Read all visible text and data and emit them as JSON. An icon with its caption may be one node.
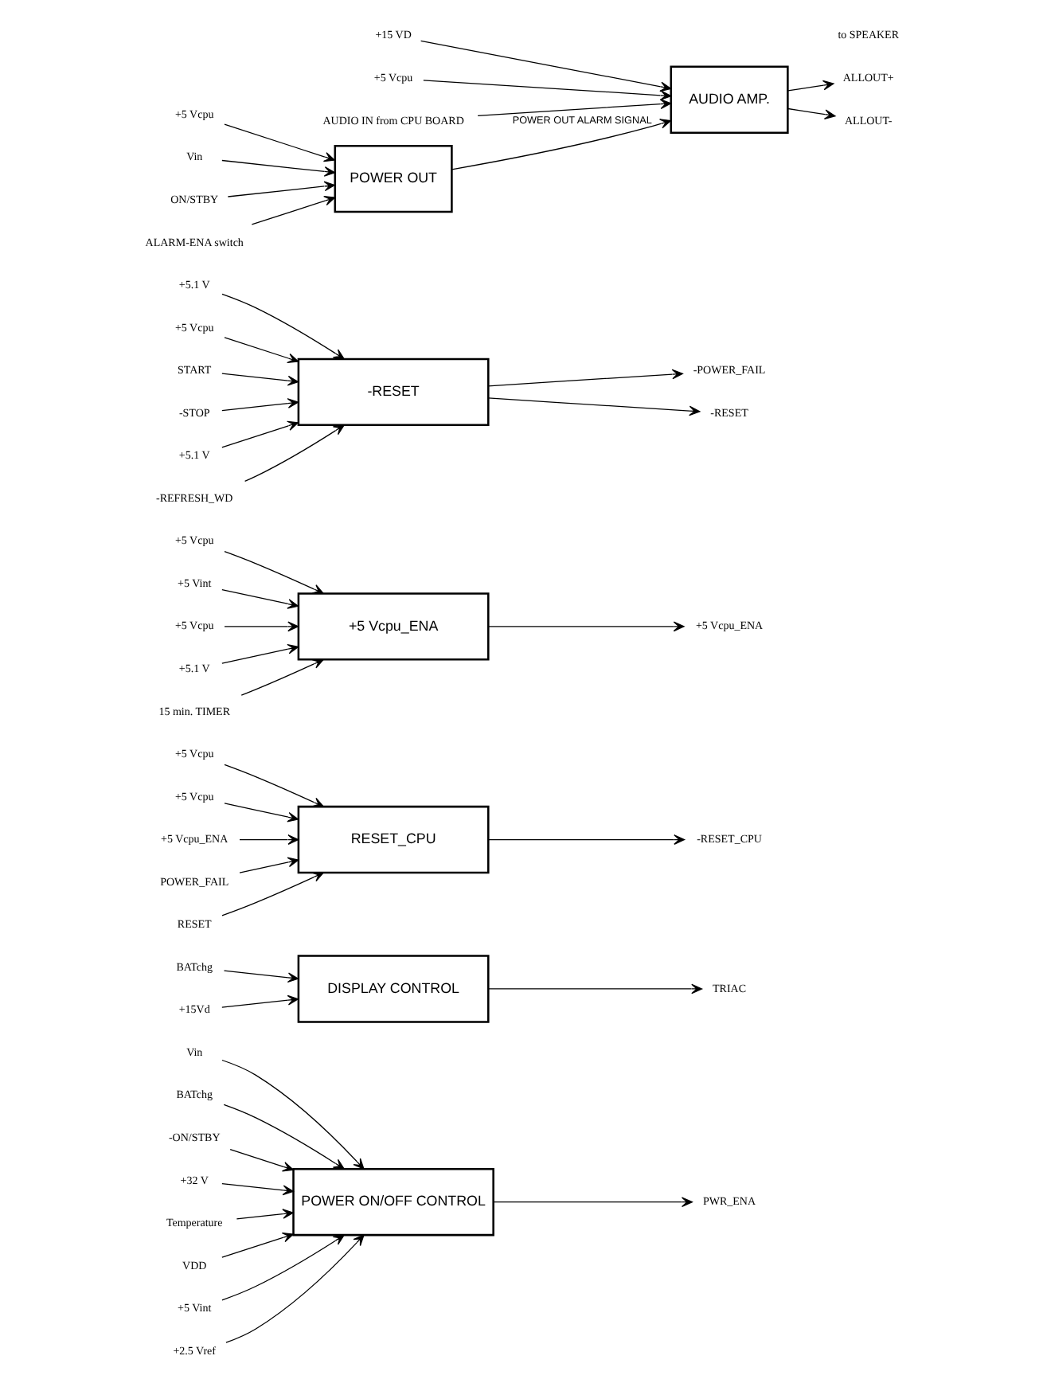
{
  "diagram": {
    "nodes": [
      {
        "text": [
          "POWER ON/OFF CONTROL"
        ]
      },
      {
        "text": [
          "Vin"
        ]
      },
      {
        "text": [
          "BATchg"
        ]
      },
      {
        "text": [
          "-ON/STBY"
        ]
      },
      {
        "text": [
          "+32 V"
        ]
      },
      {
        "text": [
          "Temperature"
        ]
      },
      {
        "text": [
          "VDD"
        ]
      },
      {
        "text": [
          "+5 Vint"
        ]
      },
      {
        "text": [
          "+2.5 Vref"
        ]
      },
      {
        "text": [
          "PWR_ENA"
        ]
      },
      {
        "text": [
          "DISPLAY CONTROL"
        ]
      },
      {
        "text": [
          "BATchg"
        ]
      },
      {
        "text": [
          "+15Vd"
        ]
      },
      {
        "text": [
          "TRIAC"
        ]
      },
      {
        "text": [
          "RESET_CPU"
        ]
      },
      {
        "text": [
          "+5 Vcpu"
        ]
      },
      {
        "text": [
          "+5 Vcpu"
        ]
      },
      {
        "text": [
          "+5 Vcpu_ENA"
        ]
      },
      {
        "text": [
          "POWER_FAIL"
        ]
      },
      {
        "text": [
          "RESET"
        ]
      },
      {
        "text": [
          "-RESET_CPU"
        ]
      },
      {
        "text": [
          "+5 Vcpu_ENA"
        ]
      },
      {
        "text": [
          "+5 Vcpu"
        ]
      },
      {
        "text": [
          "+5 Vint"
        ]
      },
      {
        "text": [
          "+5 Vcpu"
        ]
      },
      {
        "text": [
          "+5.1 V"
        ]
      },
      {
        "text": [
          "15 min. TIMER"
        ]
      },
      {
        "text": [
          "+5 Vcpu_ENA"
        ]
      },
      {
        "text": [
          "-RESET"
        ]
      },
      {
        "text": [
          "+5.1 V"
        ]
      },
      {
        "text": [
          "+5 Vcpu"
        ]
      },
      {
        "text": [
          "START"
        ]
      },
      {
        "text": [
          "-STOP"
        ]
      },
      {
        "text": [
          "+5.1 V"
        ]
      },
      {
        "text": [
          "-REFRESH_WD"
        ]
      },
      {
        "text": [
          "-POWER_FAIL"
        ]
      },
      {
        "text": [
          "-RESET"
        ]
      },
      {
        "text": [
          "POWER OUT"
        ]
      },
      {
        "text": [
          "+5 Vcpu"
        ]
      },
      {
        "text": [
          "Vin"
        ]
      },
      {
        "text": [
          "ON/STBY"
        ]
      },
      {
        "text": [
          "ALARM-ENA switch"
        ]
      },
      {
        "text": [
          "AUDIO AMP."
        ]
      },
      {
        "text": [
          "+15 VD"
        ]
      },
      {
        "text": [
          "+5 Vcpu"
        ]
      },
      {
        "text": [
          "AUDIO IN from CPU BOARD"
        ]
      },
      {
        "text": [
          "ALLOUT+"
        ]
      },
      {
        "text": [
          "ALLOUT-"
        ]
      }
    ],
    "edges": [
      {
        "from": 1,
        "to": 0,
        "arrow": "to"
      },
      {
        "from": 2,
        "to": 0,
        "arrow": "to"
      },
      {
        "from": 3,
        "to": 0,
        "arrow": "to"
      },
      {
        "from": 4,
        "to": 0,
        "arrow": "to"
      },
      {
        "from": 5,
        "to": 0,
        "arrow": "to"
      },
      {
        "from": 6,
        "to": 0,
        "arrow": "to"
      },
      {
        "from": 7,
        "to": 0,
        "arrow": "to"
      },
      {
        "from": 8,
        "to": 0,
        "arrow": "to"
      },
      {
        "from": 0,
        "to": 9,
        "arrow": "to"
      },
      {
        "from": 11,
        "to": 10,
        "arrow": "to"
      },
      {
        "from": 12,
        "to": 10,
        "arrow": "to"
      },
      {
        "from": 10,
        "to": 13,
        "arrow": "to"
      },
      {
        "from": 15,
        "to": 14,
        "arrow": "to"
      },
      {
        "from": 16,
        "to": 14,
        "arrow": "to"
      },
      {
        "from": 17,
        "to": 14,
        "arrow": "to"
      },
      {
        "from": 18,
        "to": 14,
        "arrow": "to"
      },
      {
        "from": 19,
        "to": 14,
        "arrow": "to"
      },
      {
        "from": 14,
        "to": 20,
        "arrow": "to"
      },
      {
        "from": 22,
        "to": 21,
        "arrow": "to"
      },
      {
        "from": 23,
        "to": 21,
        "arrow": "to"
      },
      {
        "from": 24,
        "to": 21,
        "arrow": "to"
      },
      {
        "from": 25,
        "to": 21,
        "arrow": "to"
      },
      {
        "from": 26,
        "to": 21,
        "arrow": "to"
      },
      {
        "from": 21,
        "to": 27,
        "arrow": "to"
      },
      {
        "from": 29,
        "to": 28,
        "arrow": "to"
      },
      {
        "from": 30,
        "to": 28,
        "arrow": "to"
      },
      {
        "from": 31,
        "to": 28,
        "arrow": "to"
      },
      {
        "from": 32,
        "to": 28,
        "arrow": "to"
      },
      {
        "from": 33,
        "to": 28,
        "arrow": "to"
      },
      {
        "from": 34,
        "to": 28,
        "arrow": "to"
      },
      {
        "from": 28,
        "to": 35,
        "arrow": "to"
      },
      {
        "from": 28,
        "to": 36,
        "arrow": "to"
      },
      {
        "from": 38,
        "to": 37,
        "arrow": "to"
      },
      {
        "from": 39,
        "to": 37,
        "arrow": "to"
      },
      {
        "from": 40,
        "to": 37,
        "arrow": "to"
      },
      {
        "from": 41,
        "to": 37,
        "arrow": "to"
      },
      {
        "from": 37,
        "to": 42,
        "arrow": "to",
        "label": "POWER OUT ALARM SIGNAL"
      },
      {
        "from": 43,
        "to": 42,
        "arrow": "to"
      },
      {
        "from": 44,
        "to": 42,
        "arrow": "to"
      },
      {
        "from": 45,
        "to": 42,
        "arrow": "to"
      },
      {
        "from": 42,
        "to": 46,
        "arrow": "to"
      },
      {
        "from": 42,
        "to": 47,
        "arrow": "to"
      }
    ],
    "labels": [
      "to SPEAKER"
    ]
  }
}
